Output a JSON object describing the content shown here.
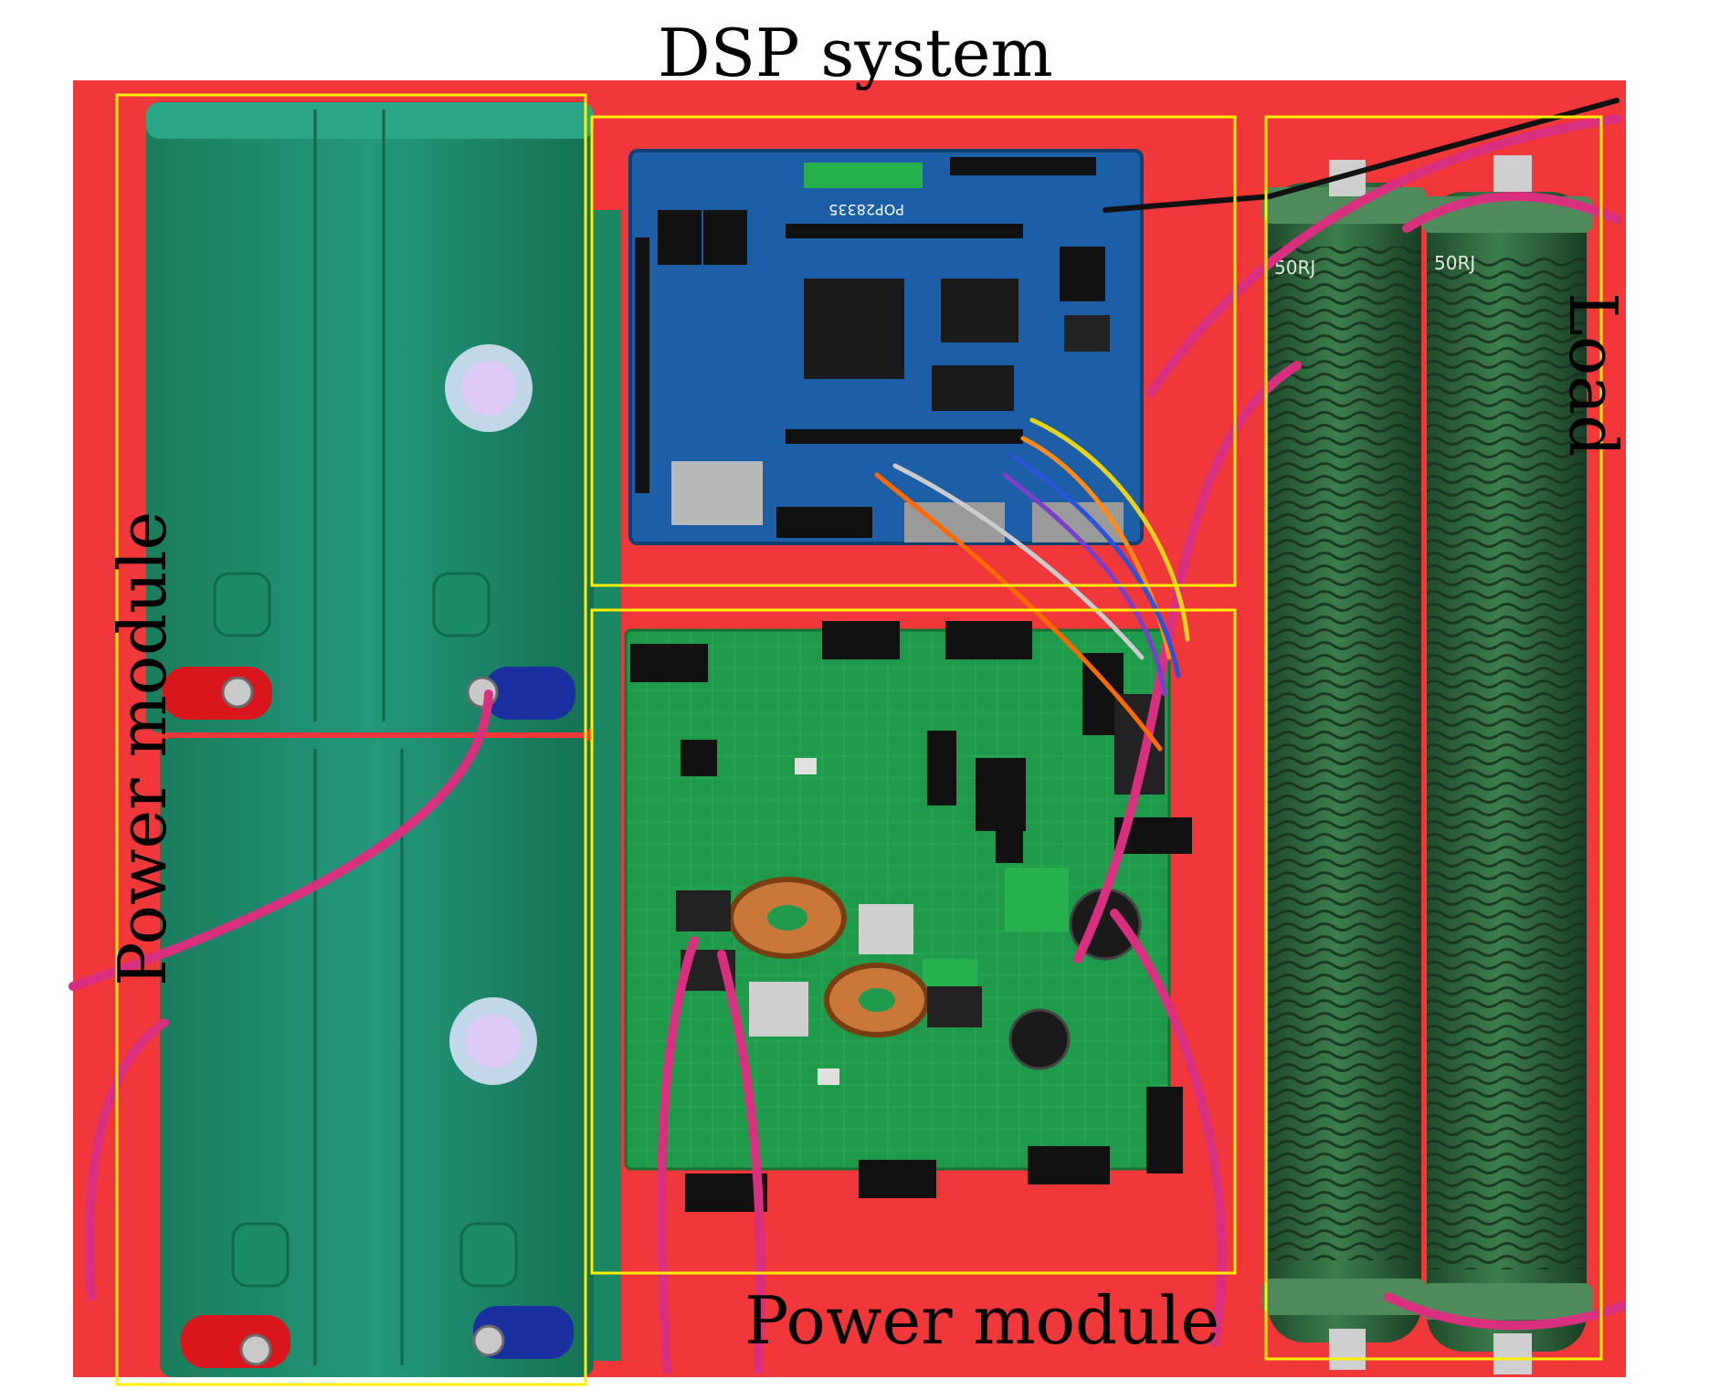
{
  "labels": {
    "top": "DSP system",
    "bottom": "Power module",
    "left": "Power module",
    "right": "Load"
  },
  "board_markings": {
    "dsp_board": "POP28335",
    "resistor_left": "50RJ",
    "resistor_right": "50RJ"
  },
  "colors": {
    "background": "#f0383a",
    "battery": "#1e8e6a",
    "pcb_blue": "#1c5fa6",
    "pcb_green": "#1e9a4a",
    "resistor": "#2f6b40",
    "wire": "#d8307f",
    "frame": "#ffee00"
  }
}
